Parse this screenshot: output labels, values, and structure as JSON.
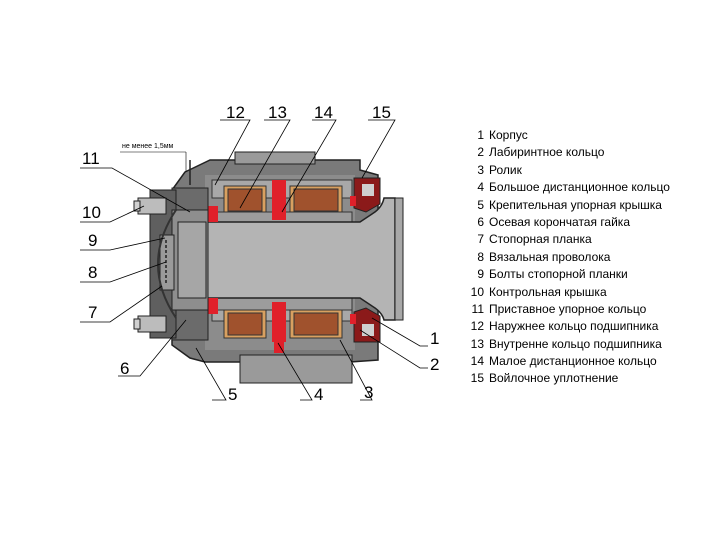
{
  "diagram": {
    "clearance_note": "не менее 1,5мм",
    "callouts": [
      "1",
      "2",
      "3",
      "4",
      "5",
      "6",
      "7",
      "8",
      "9",
      "10",
      "11",
      "12",
      "13",
      "14",
      "15"
    ]
  },
  "legend": [
    {
      "num": "1",
      "text": "Корпус"
    },
    {
      "num": "2",
      "text": "Лабиринтное кольцо"
    },
    {
      "num": "3",
      "text": "Ролик"
    },
    {
      "num": "4",
      "text": "Большое дистанционное кольцо"
    },
    {
      "num": "5",
      "text": "Крепительная упорная крышка"
    },
    {
      "num": "6",
      "text": "Осевая корончатая гайка"
    },
    {
      "num": "7",
      "text": "Стопорная планка"
    },
    {
      "num": "8",
      "text": "Вязальная проволока"
    },
    {
      "num": "9",
      "text": "Болты стопорной планки"
    },
    {
      "num": "10",
      "text": "Контрольная крышка"
    },
    {
      "num": "11",
      "text": "Приставное упорное кольцо"
    },
    {
      "num": "12",
      "text": "Наружнее кольцо подшипника"
    },
    {
      "num": "13",
      "text": "Внутренне кольцо подшипника"
    },
    {
      "num": "14",
      "text": "Малое дистанционное кольцо"
    },
    {
      "num": "15",
      "text": "Войлочное уплотнение"
    }
  ],
  "colors": {
    "housing": "#6b6b6b",
    "housing_light": "#9a9a9a",
    "axle": "#b4b4b4",
    "roller": "#a0522d",
    "seal_red": "#e0202a",
    "seal_dark_red": "#8b1a1a",
    "cage": "#d9a060"
  }
}
